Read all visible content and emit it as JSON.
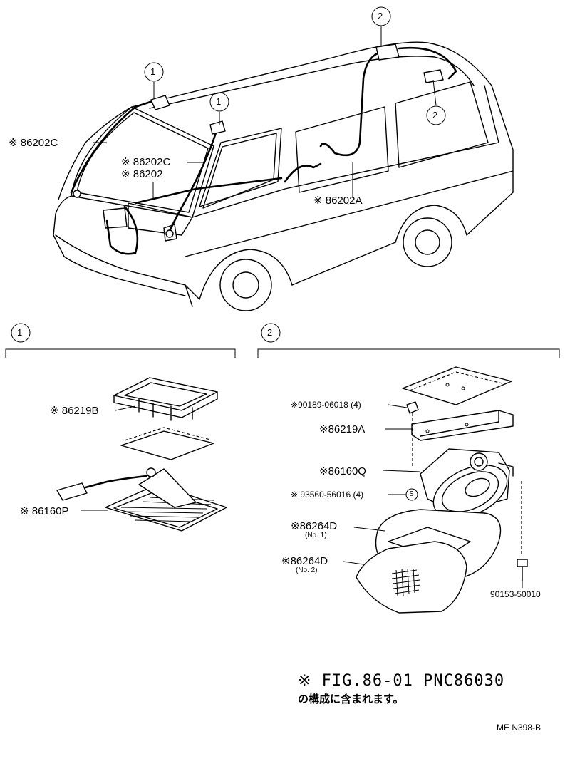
{
  "main_view": {
    "callouts": [
      "1",
      "1",
      "2",
      "2"
    ],
    "labels": {
      "left_86202c": "※ 86202C",
      "mid_86202c": "※ 86202C",
      "mid_86202": "※ 86202",
      "right_86202a": "※ 86202A"
    }
  },
  "detail_1": {
    "marker": "1",
    "labels": {
      "p86219b": "※ 86219B",
      "p86160p": "※ 86160P"
    }
  },
  "detail_2": {
    "marker": "2",
    "labels": {
      "p90189": "※90189-06018 (4)",
      "p86219a": "※86219A",
      "p86160q": "※86160Q",
      "p93560": "※ 93560-56016 (4)",
      "s_mark": "S",
      "p86264d_1": "※86264D",
      "p86264d_1_sub": "(No. 1)",
      "p86264d_2": "※86264D",
      "p86264d_2_sub": "(No. 2)",
      "p90153": "90153-50010"
    }
  },
  "footer": {
    "fig_ref": "※ FIG.86-01 PNC86030",
    "note_jp": "の構成に含まれます。",
    "drawing_id": "ME N398-B"
  }
}
